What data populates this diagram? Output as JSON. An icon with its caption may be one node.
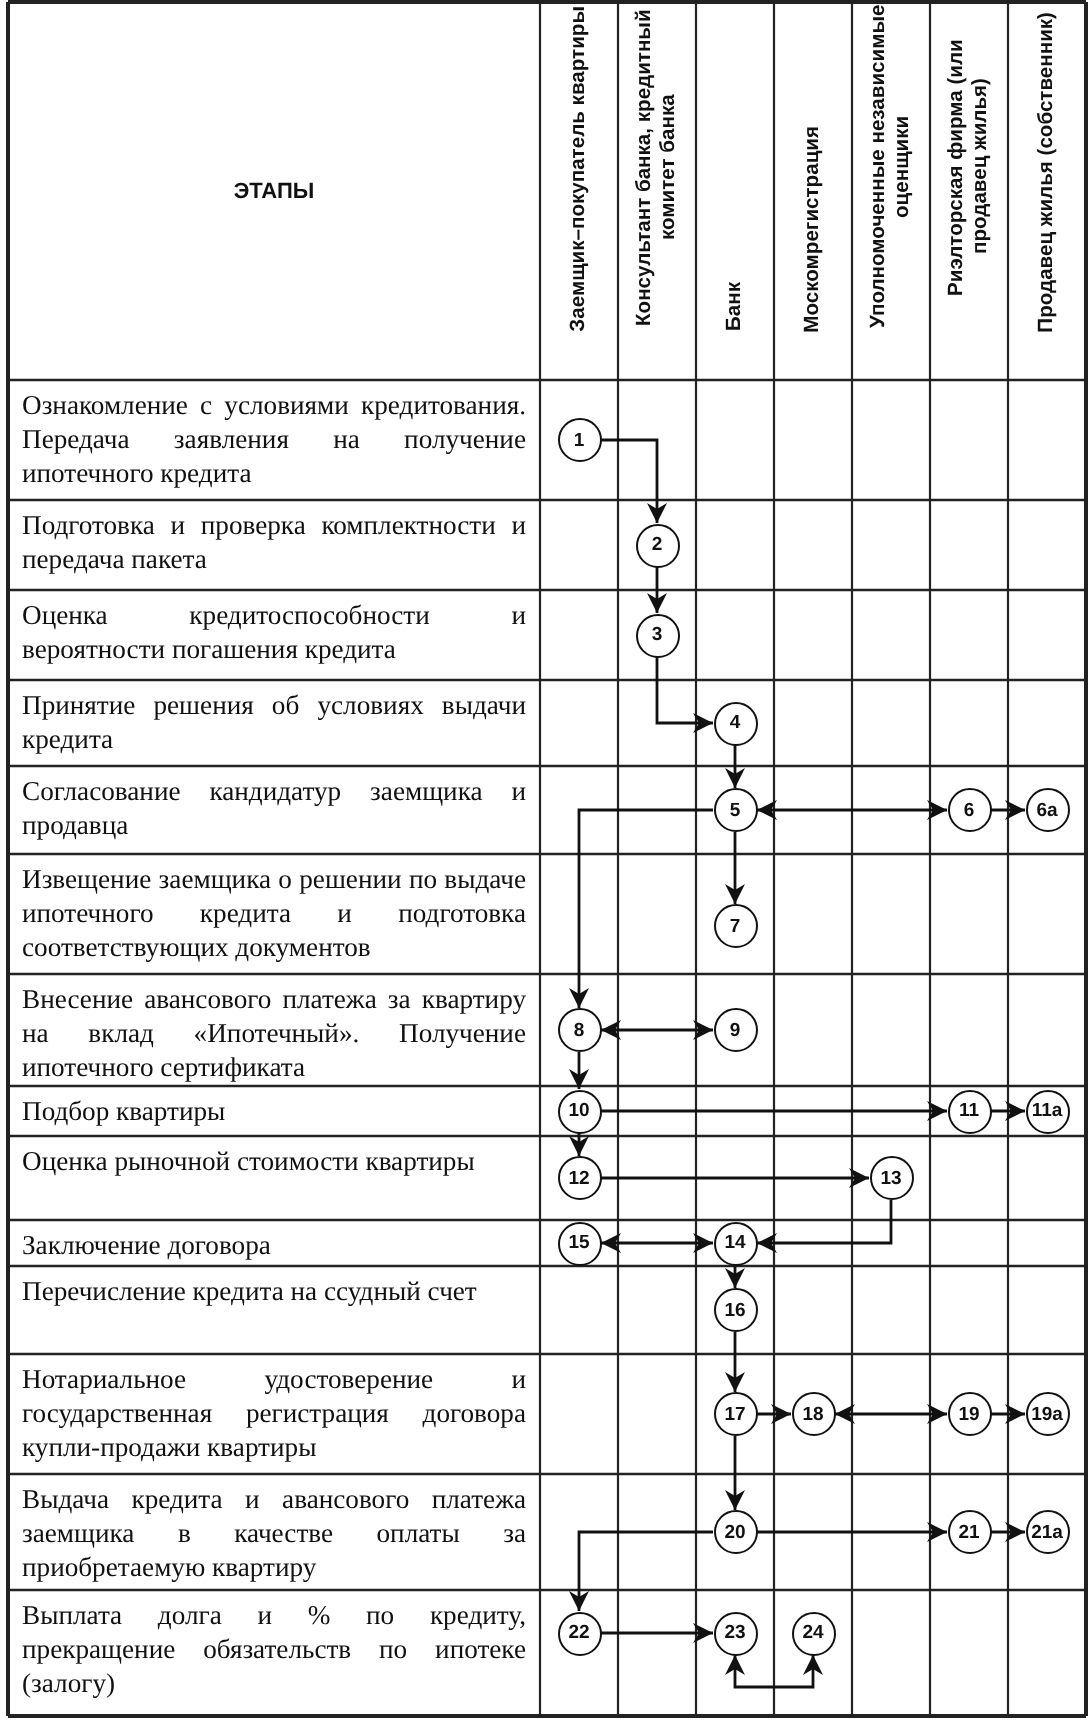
{
  "diagram": {
    "nodes": [
      {
        "text": [
          "1"
        ]
      },
      {
        "text": [
          "2"
        ]
      },
      {
        "text": [
          "3"
        ]
      },
      {
        "text": [
          "4"
        ]
      },
      {
        "text": [
          "5"
        ]
      },
      {
        "text": [
          "6"
        ]
      },
      {
        "text": [
          "6а"
        ]
      },
      {
        "text": [
          "7"
        ]
      },
      {
        "text": [
          "8"
        ]
      },
      {
        "text": [
          "9"
        ]
      },
      {
        "text": [
          "10"
        ]
      },
      {
        "text": [
          "11"
        ]
      },
      {
        "text": [
          "11а"
        ]
      },
      {
        "text": [
          "12"
        ]
      },
      {
        "text": [
          "13"
        ]
      },
      {
        "text": [
          "15"
        ]
      },
      {
        "text": [
          "14"
        ]
      },
      {
        "text": [
          "16"
        ]
      },
      {
        "text": [
          "17"
        ]
      },
      {
        "text": [
          "18"
        ]
      },
      {
        "text": [
          "19"
        ]
      },
      {
        "text": [
          "19а"
        ]
      },
      {
        "text": [
          "20"
        ]
      },
      {
        "text": [
          "21"
        ]
      },
      {
        "text": [
          "21а"
        ]
      },
      {
        "text": [
          "22"
        ]
      },
      {
        "text": [
          "23"
        ]
      },
      {
        "text": [
          "24"
        ]
      }
    ],
    "edges": [
      {
        "from": 0,
        "to": 1,
        "arrow": "to"
      },
      {
        "from": 1,
        "to": 2,
        "arrow": "to"
      },
      {
        "from": 2,
        "to": 3,
        "arrow": "to"
      },
      {
        "from": 3,
        "to": 4,
        "arrow": "to"
      },
      {
        "from": 4,
        "to": 5,
        "arrow": "both"
      },
      {
        "from": 5,
        "to": 6,
        "arrow": "to"
      },
      {
        "from": 4,
        "to": 7,
        "arrow": "to"
      },
      {
        "from": 4,
        "to": 8,
        "arrow": "to"
      },
      {
        "from": 8,
        "to": 9,
        "arrow": "both"
      },
      {
        "from": 8,
        "to": 10,
        "arrow": "to"
      },
      {
        "from": 10,
        "to": 11,
        "arrow": "to"
      },
      {
        "from": 11,
        "to": 12,
        "arrow": "to"
      },
      {
        "from": 10,
        "to": 13,
        "arrow": "to"
      },
      {
        "from": 13,
        "to": 14,
        "arrow": "to"
      },
      {
        "from": 14,
        "to": 16,
        "arrow": "to"
      },
      {
        "from": 15,
        "to": 16,
        "arrow": "both"
      },
      {
        "from": 16,
        "to": 17,
        "arrow": "to"
      },
      {
        "from": 17,
        "to": 18,
        "arrow": "to"
      },
      {
        "from": 18,
        "to": 19,
        "arrow": "to"
      },
      {
        "from": 19,
        "to": 20,
        "arrow": "both"
      },
      {
        "from": 20,
        "to": 21,
        "arrow": "to"
      },
      {
        "from": 18,
        "to": 22,
        "arrow": "to"
      },
      {
        "from": 22,
        "to": 23,
        "arrow": "to"
      },
      {
        "from": 23,
        "to": 24,
        "arrow": "to"
      },
      {
        "from": 22,
        "to": 25,
        "arrow": "to"
      },
      {
        "from": 25,
        "to": 26,
        "arrow": "to"
      },
      {
        "from": 26,
        "to": 27,
        "arrow": "both"
      }
    ],
    "labels": [
      "ЭТАПЫ",
      "Заемщик–покупатель квартиры",
      "Консультант банка, кредитный комитет банка",
      "Банк",
      "Москомрегистрация",
      "Уполномоченные независимые оценщики",
      "Риэлторская фирма (или продавец жилья)",
      "Продавец жилья (собственник)",
      "Ознакомление с условиями кредитования. Передача заявления на получение ипотечного кредита",
      "Подготовка и проверка комплектности и передача пакета",
      "Оценка кредитоспособности и вероятности погашения кредита",
      "Принятие решения об условиях выдачи кредита",
      "Согласование кандидатур заемщика и продавца",
      "Извещение заемщика о решении по выдаче ипотечного кредита и подготовка соответствующих документов",
      "Внесение авансового платежа за квартиру на вклад «Ипотечный». Получение ипотечного сертификата",
      "Подбор квартиры",
      "Оценка рыночной стоимости квартиры",
      "Заключение договора",
      "Перечисление кредита на ссудный счет",
      "Нотариальное удостоверение и государственная регистрация договора купли-продажи квартиры",
      "Выдача кредита и авансового платежа заемщика в качестве оплаты за приобретаемую квартиру",
      "Выплата долга и % по кредиту, прекращение обязательств по ипотеке (залогу)"
    ]
  }
}
